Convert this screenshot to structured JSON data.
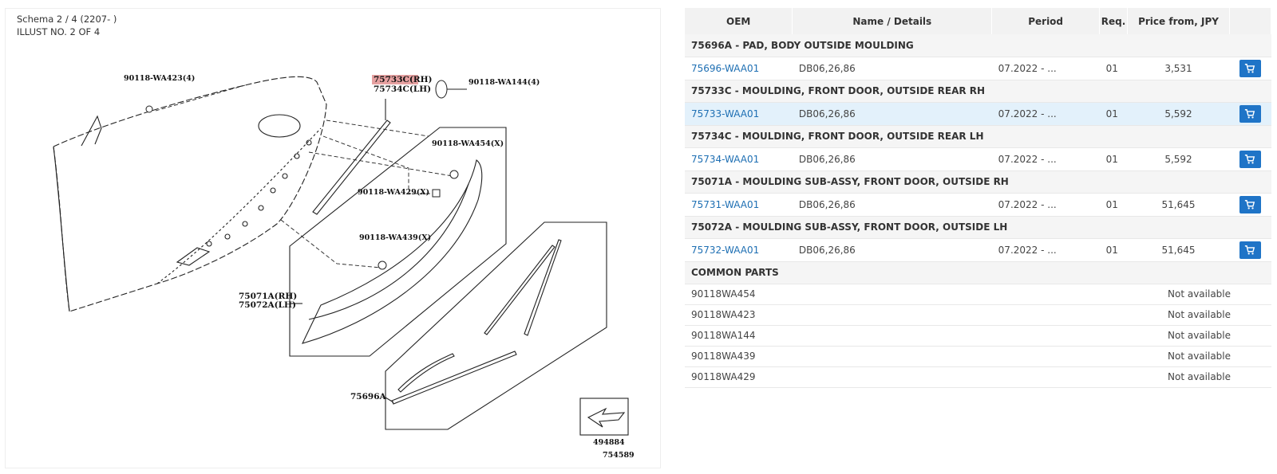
{
  "diagram": {
    "schema_title": "Schema 2 / 4 (2207- )",
    "illust_title": "ILLUST NO. 2 OF 4",
    "callouts": {
      "c1": "90118-WA423(4)",
      "c2": "75733C(RH)",
      "c3": "75734C(LH)",
      "c4": "90118-WA144(4)",
      "c5": "90118-WA454(X)",
      "c6": "90118-WA429(X)",
      "c7": "90118-WA439(X)",
      "c8": "75071A(RH)",
      "c9": "75072A(LH)",
      "c10": "75696A",
      "c11": "494884",
      "c12": "754589"
    },
    "highlight_color": "#e6a1a1"
  },
  "table": {
    "headers": [
      "OEM",
      "Name / Details",
      "Period",
      "Req.",
      "Price from, JPY"
    ],
    "groups": [
      {
        "title": "75696A - PAD, BODY OUTSIDE MOULDING",
        "part": {
          "oem": "75696-WAA01",
          "details": "DB06,26,86",
          "period": "07.2022 - ...",
          "req": "01",
          "price": "3,531"
        }
      },
      {
        "title": "75733C - MOULDING, FRONT DOOR, OUTSIDE REAR RH",
        "part": {
          "oem": "75733-WAA01",
          "details": "DB06,26,86",
          "period": "07.2022 - ...",
          "req": "01",
          "price": "5,592"
        }
      },
      {
        "title": "75734C - MOULDING, FRONT DOOR, OUTSIDE REAR LH",
        "part": {
          "oem": "75734-WAA01",
          "details": "DB06,26,86",
          "period": "07.2022 - ...",
          "req": "01",
          "price": "5,592"
        }
      },
      {
        "title": "75071A - MOULDING SUB-ASSY, FRONT DOOR, OUTSIDE RH",
        "part": {
          "oem": "75731-WAA01",
          "details": "DB06,26,86",
          "period": "07.2022 - ...",
          "req": "01",
          "price": "51,645"
        }
      },
      {
        "title": "75072A - MOULDING SUB-ASSY, FRONT DOOR, OUTSIDE LH",
        "part": {
          "oem": "75732-WAA01",
          "details": "DB06,26,86",
          "period": "07.2022 - ...",
          "req": "01",
          "price": "51,645"
        }
      }
    ],
    "common_title": "COMMON PARTS",
    "common_parts": [
      {
        "oem": "90118WA454",
        "status": "Not available"
      },
      {
        "oem": "90118WA423",
        "status": "Not available"
      },
      {
        "oem": "90118WA144",
        "status": "Not available"
      },
      {
        "oem": "90118WA439",
        "status": "Not available"
      },
      {
        "oem": "90118WA429",
        "status": "Not available"
      }
    ],
    "cart_icon": "cart-icon",
    "accent_color": "#1f74c7",
    "link_color": "#1e6fb3",
    "highlight_row_color": "#e3f1fb"
  }
}
